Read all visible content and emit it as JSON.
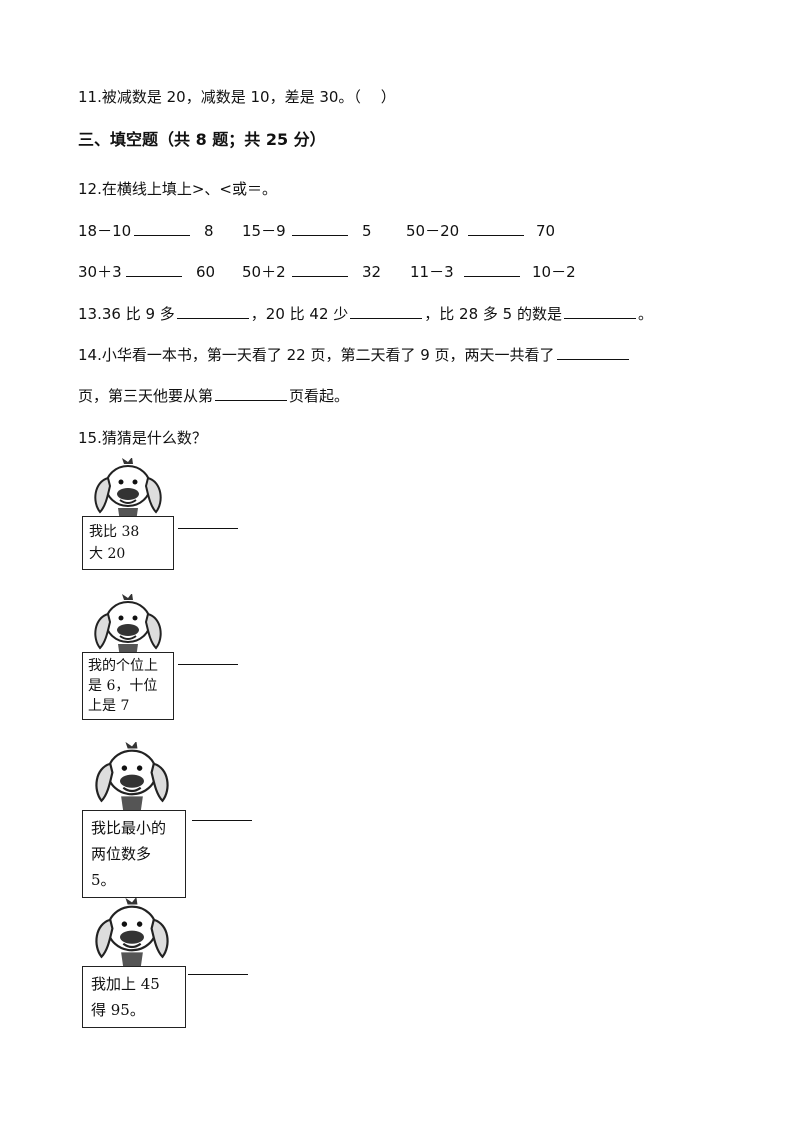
{
  "q11": {
    "text": "11.被减数是 20，减数是 10，差是 30。（　 ）"
  },
  "section3": {
    "title": "三、填空题（共 8 题；共 25 分）"
  },
  "q12": {
    "prompt": "12.在横线上填上>、<或＝。",
    "row1": [
      "18－10",
      "8",
      "15－9",
      "5",
      "50－20",
      "70"
    ],
    "row2": [
      "30＋3",
      "60",
      "50＋2",
      "32",
      "11－3",
      "10－2"
    ]
  },
  "q13": {
    "p1": "13.36 比 9 多",
    "p2": "，20 比 42 少",
    "p3": "，比 28 多 5 的数是",
    "p4": "。"
  },
  "q14": {
    "p1": "14.小华看一本书，第一天看了 22 页，第二天看了 9 页，两天一共看了",
    "p2": "页，第三天他要从第",
    "p3": "页看起。"
  },
  "q15": {
    "prompt": "15.猜猜是什么数？",
    "riddles": [
      {
        "line1": "我比 38",
        "line2": "大 20",
        "line3": ""
      },
      {
        "line1": "我的个位上",
        "line2": "是 6，十位",
        "line3": "上是 7"
      },
      {
        "line1": "我比最小的",
        "line2": "两位数多 5。",
        "line3": ""
      },
      {
        "line1": "我加上 45",
        "line2": "得 95。",
        "line3": ""
      }
    ]
  }
}
